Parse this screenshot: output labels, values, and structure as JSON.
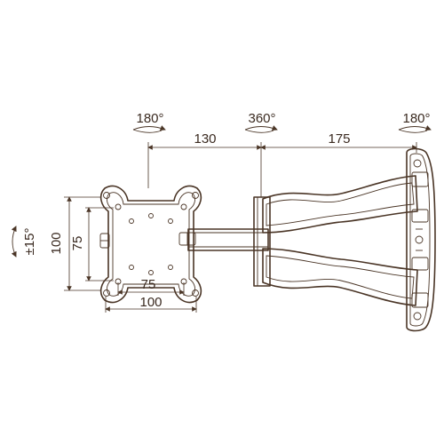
{
  "labels": {
    "rot_left": "180°",
    "rot_mid": "360°",
    "rot_right": "180°",
    "arm1": "130",
    "arm2": "175",
    "tilt": "±15°",
    "vesa_h_outer": "100",
    "vesa_h_inner": "75",
    "vesa_w_inner": "75",
    "vesa_w_outer": "100"
  },
  "colors": {
    "stroke": "#4a3526",
    "text": "#3a2a20",
    "background": "#ffffff"
  },
  "icons": {
    "rotation": "rotation-arrow-icon",
    "tilt": "tilt-arrow-icon"
  }
}
